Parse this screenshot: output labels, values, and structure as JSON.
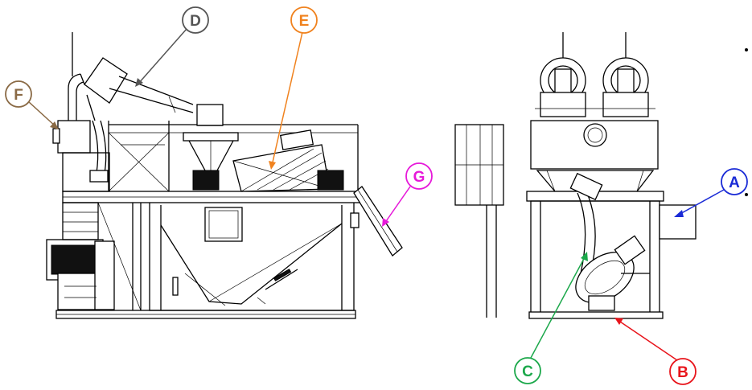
{
  "colors": {
    "A": "#1a2bd6",
    "B": "#e8141b",
    "C": "#1ca84b",
    "D": "#555555",
    "E": "#f0821e",
    "F": "#8a6a45",
    "G": "#e619d9",
    "line": "#000000"
  },
  "callouts": [
    {
      "letter": "A",
      "target": "side-intake-box"
    },
    {
      "letter": "B",
      "target": "tank-base"
    },
    {
      "letter": "C",
      "target": "hydrocyclone-feed-pipe"
    },
    {
      "letter": "D",
      "target": "hydrocyclone"
    },
    {
      "letter": "E",
      "target": "vibrating-screen"
    },
    {
      "letter": "F",
      "target": "overflow-pipe-outlet"
    },
    {
      "letter": "G",
      "target": "discharge-chute"
    }
  ]
}
